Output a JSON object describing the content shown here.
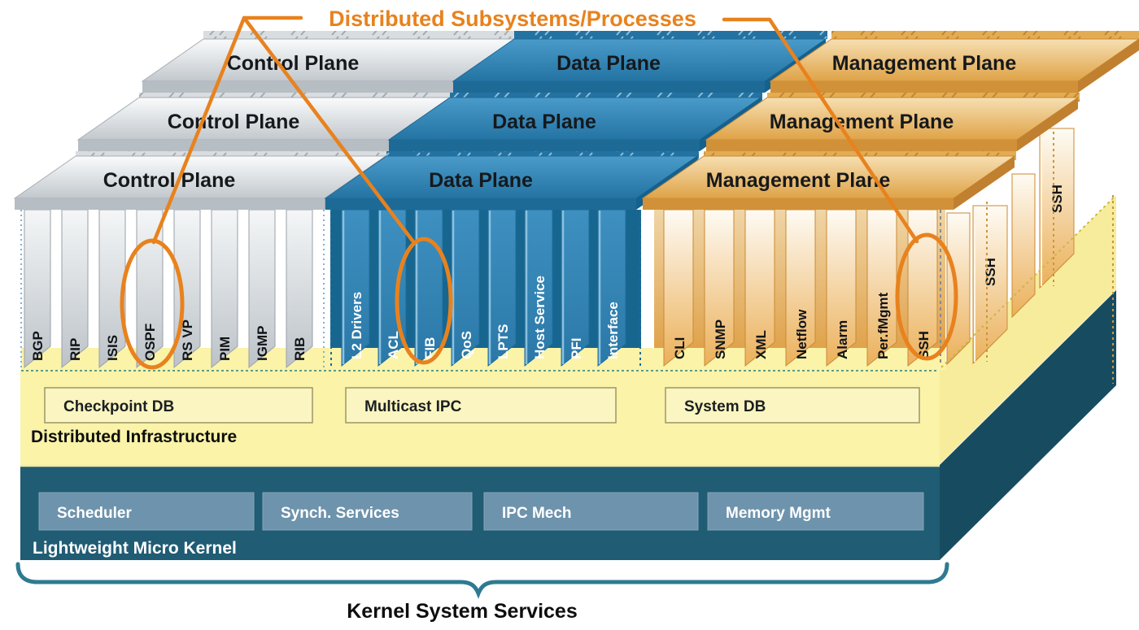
{
  "title": "Distributed Subsystems/Processes",
  "planes": {
    "control": {
      "label": "Control Plane",
      "fins": [
        "BGP",
        "RIP",
        "ISIS",
        "OSPF",
        "RS VP",
        "PIM",
        "IGMP",
        "RIB"
      ]
    },
    "data": {
      "label": "Data Plane",
      "fins": [
        "L2 Drivers",
        "ACL",
        "FIB",
        "QoS",
        "LPTS",
        "Host Service",
        "PFI",
        "Interface"
      ]
    },
    "management": {
      "label": "Management Plane",
      "fins": [
        "CLI",
        "SNMP",
        "XML",
        "Netflow",
        "Alarm",
        "Per.fMgmt",
        "SSH"
      ],
      "back_fins": [
        "SSH",
        "SSH"
      ]
    }
  },
  "infrastructure": {
    "label": "Distributed Infrastructure",
    "boxes": [
      "Checkpoint DB",
      "Multicast IPC",
      "System DB"
    ]
  },
  "kernel": {
    "label": "Lightweight Micro Kernel",
    "boxes": [
      "Scheduler",
      "Synch. Services",
      "IPC Mech",
      "Memory Mgmt"
    ]
  },
  "footer": {
    "label": "Kernel System Services"
  },
  "highlighted_processes": [
    "OSPF",
    "FIB",
    "SSH"
  ],
  "colors": {
    "accent_orange": "#E8821E",
    "control_gray": "#C7CDD2",
    "data_blue": "#2E7FB0",
    "management_orange": "#E5A94F",
    "infrastructure_yellow": "#FAF3A8",
    "kernel_teal": "#205C74",
    "brace_teal": "#2E7A92"
  }
}
